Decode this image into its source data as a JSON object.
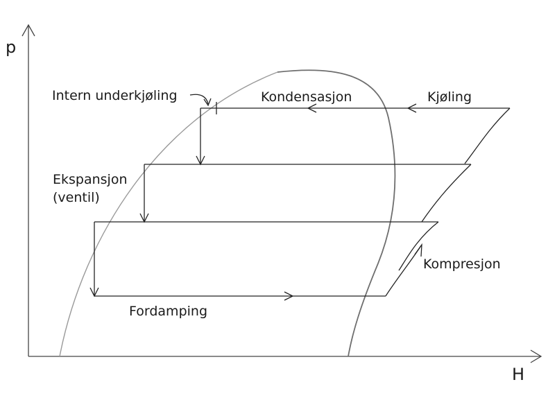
{
  "axes": {
    "y_label": "p",
    "x_label": "H"
  },
  "labels": {
    "internal_subcooling": "Intern underkjøling",
    "condensation": "Kondensasjon",
    "cooling": "Kjøling",
    "expansion_line1": "Ekspansjon",
    "expansion_line2": "(ventil)",
    "compression": "Kompresjon",
    "evaporation": "Fordamping"
  }
}
